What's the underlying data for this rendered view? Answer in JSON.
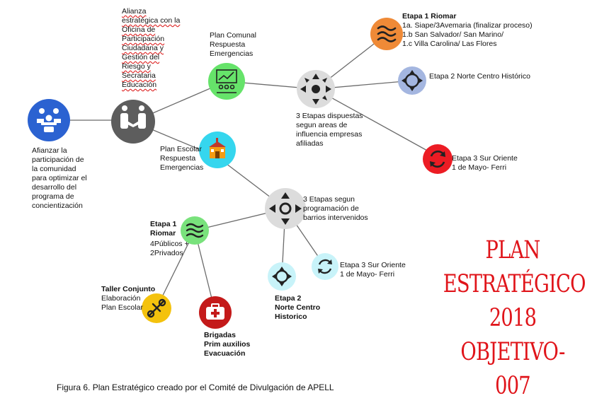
{
  "nodes": {
    "root": {
      "label": "Afianzar la\nparticipación de\nla comunidad\npara optimizar el\ndesarrollo del\nprograma de\nconcientización",
      "icon": "team-meeting-icon",
      "color": "#2b62d1"
    },
    "alianza": {
      "label": "Alianza\nestratégica con la\nOficina de\nParticipación\nCiudadana y\nGestión del\nRiesgo y\nSecrataria\nEducación",
      "icon": "handshake-icon",
      "color": "#5d5d5d"
    },
    "plan_comunal": {
      "label": "Plan Comunal\nRespuesta\nEmergencias",
      "icon": "presentation-board-icon",
      "color": "#66e36a"
    },
    "plan_escolar": {
      "label": "Plan Escolar\nRespuesta\nEmergencias",
      "icon": "school-building-icon",
      "color": "#35d6ee"
    },
    "etapas_dispuestas": {
      "label": "3 Etapas dispuestas\nsegun areas de\ninfluencia empresas\nafiliadas",
      "icon": "magnifier-arrows-icon",
      "color": "#dcdcdc"
    },
    "etapas_programacion": {
      "label": "3 Etapas segun\nprogramación de\nbarrios intervenidos",
      "icon": "compass-arrows-icon",
      "color": "#dcdcdc"
    },
    "etapa1_riomar_top": {
      "title": "Etapa 1 Riomar",
      "label": "1a. Siape/3Avemaria (finalizar proceso)\n1.b San Salvador/ San Marino/\n1.c Villa Carolina/ Las Flores",
      "icon": "waves-icon",
      "color": "#ef8a37"
    },
    "etapa2_top": {
      "label": "Etapa 2 Norte Centro Histórico",
      "icon": "recycle-arrows-icon",
      "color": "#a4b6e0"
    },
    "etapa3_top": {
      "label": "Etapa 3 Sur Oriente\n1 de Mayo- Ferri",
      "icon": "rotate-arrows-icon",
      "color": "#ec1c24"
    },
    "etapa1_bottom": {
      "title": "Etapa 1\nRiomar",
      "label": "4Públicos +\n2Privados",
      "icon": "waves-icon",
      "color": "#79e27c"
    },
    "etapa3_bottom": {
      "label": "Etapa 3 Sur Oriente\n1 de Mayo- Ferri",
      "icon": "rotate-arrows-icon",
      "color": "#c8f3f9"
    },
    "etapa2_bottom": {
      "label": "Etapa 2\nNorte Centro\nHistorico",
      "icon": "recycle-arrows-icon",
      "color": "#c8f3f9"
    },
    "taller": {
      "title": "Taller Conjunto",
      "label": "Elaboración\nPlan Escolar",
      "icon": "puzzle-tools-icon",
      "color": "#f4c20d"
    },
    "brigadas": {
      "label": "Brigadas\nPrim auxilios\nEvacuación",
      "icon": "first-aid-kit-icon",
      "color": "#c41a1a"
    }
  },
  "plan_title": {
    "line1": "PLAN ESTRATÉGICO",
    "line2": "2018",
    "line3": "OBJETIVO-007",
    "color": "#e0141a"
  },
  "caption": "Figura 6. Plan Estratégico creado por el Comité de Divulgación de APELL"
}
